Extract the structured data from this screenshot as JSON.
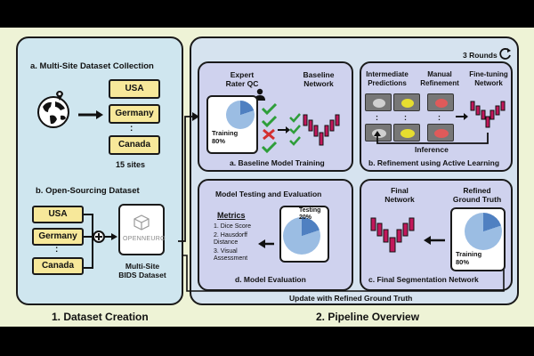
{
  "rounds_label": "3 Rounds",
  "section1": {
    "title": "1. Dataset Creation",
    "a_title": "a. Multi-Site Dataset Collection",
    "sites": [
      "USA",
      "Germany",
      ":",
      "Canada"
    ],
    "sites_count": "15 sites",
    "b_title": "b. Open-Sourcing Dataset",
    "b_sites": [
      "USA",
      "Germany",
      ":",
      "Canada"
    ],
    "logo_text": "OPENNEURO",
    "bids_label": "Multi-Site\nBIDS Dataset"
  },
  "section2": {
    "title": "2. Pipeline Overview",
    "a": {
      "qc_label": "Expert\nRater QC",
      "baseline_label": "Baseline\nNetwork",
      "pie_label": "Training\n80%",
      "caption": "a. Baseline Model Training"
    },
    "b": {
      "col1": "Intermediate\nPredictions",
      "col2": "Manual\nRefinement",
      "col3": "Fine-tuning\nNetwork",
      "inference": "Inference",
      "caption": "b. Refinement using Active Learning"
    },
    "c": {
      "final_label": "Final\nNetwork",
      "refined_label": "Refined\nGround Truth",
      "pie_label": "Training\n80%",
      "caption": "c. Final Segmentation Network"
    },
    "d": {
      "title": "Model Testing and Evaluation",
      "metrics_title": "Metrics",
      "metrics": [
        "1. Dice Score",
        "2. Hausdorff\nDistance",
        "3. Visual\nAssessment"
      ],
      "pie_label": "Testing\n20%",
      "caption": "d. Model Evaluation"
    },
    "update_label": "Update with Refined Ground Truth"
  },
  "colors": {
    "background": "#eef3d6",
    "left_panel": "#cfe6ef",
    "right_panel": "#d6e3ef",
    "subpanel": "#cfd2ee",
    "chip": "#f7e89a",
    "pie_dark": "#4f80c1",
    "pie_light": "#9bbde3",
    "network": "#c2185b",
    "check": "#2e9e3a",
    "cross": "#d32f2f"
  }
}
